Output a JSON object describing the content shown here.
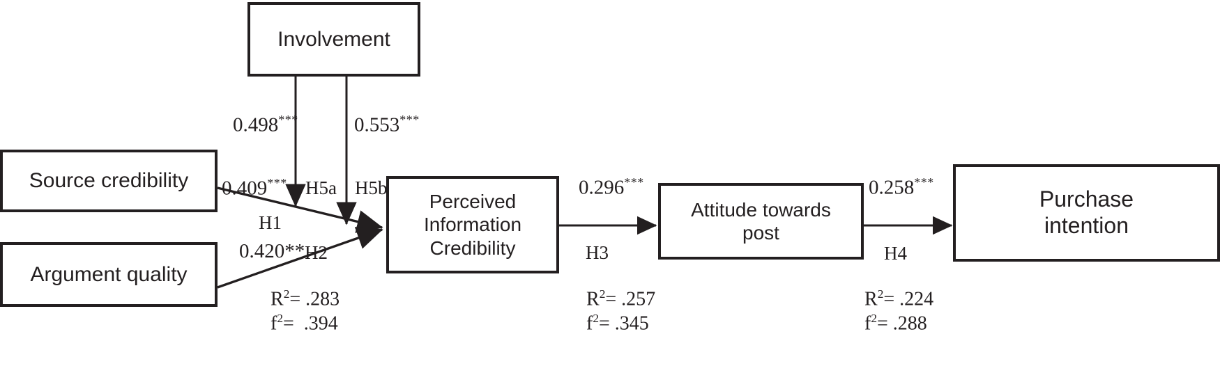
{
  "diagram": {
    "title": "Structural model path diagram",
    "nodes": {
      "involvement": "Involvement",
      "source_credibility": "Source credibility",
      "argument_quality": "Argument quality",
      "perceived_information_credibility_l1": "Perceived",
      "perceived_information_credibility_l2": "Information",
      "perceived_information_credibility_l3": "Credibility",
      "attitude_l1": "Attitude towards",
      "attitude_l2": "post",
      "purchase_l1": "Purchase",
      "purchase_l2": "intention"
    },
    "coefficients": {
      "inv_to_path_a": {
        "value": "0.498",
        "stars": "***"
      },
      "inv_to_path_b": {
        "value": "0.553",
        "stars": "***"
      },
      "sc_to_pic": {
        "value": "0.409",
        "stars": "***"
      },
      "aq_to_pic": {
        "value": "0.420",
        "stars": "**"
      },
      "pic_to_att": {
        "value": "0.296",
        "stars": "***"
      },
      "att_to_pi": {
        "value": "0.258",
        "stars": "***"
      }
    },
    "hypotheses": {
      "h1": "H1",
      "h2": "H2",
      "h3": "H3",
      "h4": "H4",
      "h5a": "H5a",
      "h5b": "H5b"
    },
    "statistics": [
      {
        "id": "pic",
        "r2_label": "R",
        "r2_value": "= .283",
        "f2_label": "f",
        "f2_value": "=  .394"
      },
      {
        "id": "attitude",
        "r2_label": "R",
        "r2_value": "= .257",
        "f2_label": "f",
        "f2_value": "= .345"
      },
      {
        "id": "purchase",
        "r2_label": "R",
        "r2_value": "= .224",
        "f2_label": "f",
        "f2_value": "= .288"
      }
    ],
    "colors": {
      "ink": "#231f20",
      "background": "#ffffff"
    }
  }
}
